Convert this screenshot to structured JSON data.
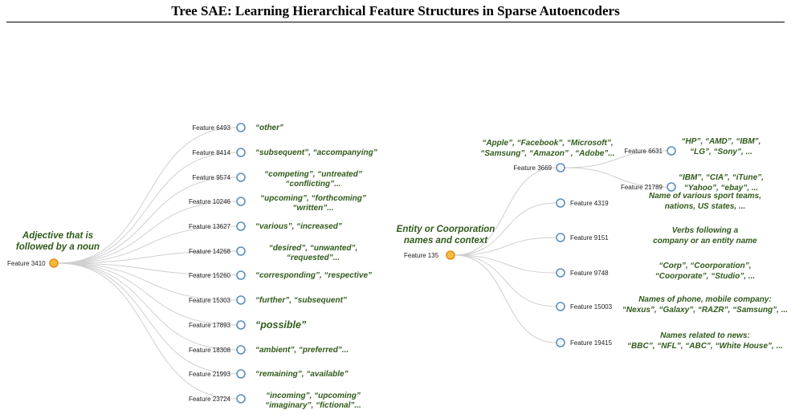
{
  "title": "Tree SAE: Learning Hierarchical Feature Structures in Sparse Autoencoders",
  "colors": {
    "node_stroke": "#5b8fbf",
    "root_fill": "#f6bb3d",
    "root_stroke": "#e38f1e",
    "description": "#2f5a1a",
    "edge": "#cfcfcf"
  },
  "left_tree": {
    "root": {
      "label": "Feature 3410",
      "description": [
        "Adjective that is",
        "followed by a noun"
      ]
    },
    "children": [
      {
        "label": "Feature 6493",
        "description": [
          "“other”"
        ]
      },
      {
        "label": "Feature 8414",
        "description": [
          "“subsequent”, “accompanying”"
        ]
      },
      {
        "label": "Feature 9574",
        "description": [
          "“competing”, “untreated”",
          "“conflicting”..."
        ]
      },
      {
        "label": "Feature 10246",
        "description": [
          "“upcoming”, “forthcoming”",
          "“written”..."
        ]
      },
      {
        "label": "Feature 13627",
        "description": [
          "“various”, “increased”"
        ]
      },
      {
        "label": "Feature 14268",
        "description": [
          "“desired”, “unwanted”,",
          "“requested”..."
        ]
      },
      {
        "label": "Feature 15260",
        "description": [
          "“corresponding”, “respective”"
        ]
      },
      {
        "label": "Feature 15303",
        "description": [
          "“further”, “subsequent”"
        ]
      },
      {
        "label": "Feature 17893",
        "description": [
          "“possible”"
        ]
      },
      {
        "label": "Feature 18308",
        "description": [
          "“ambient”, “preferred”..."
        ]
      },
      {
        "label": "Feature 21993",
        "description": [
          "“remaining”, “available”"
        ]
      },
      {
        "label": "Feature 23724",
        "description": [
          "“incoming”, “upcoming”",
          "“imaginary”, “fictional”..."
        ]
      }
    ]
  },
  "right_tree": {
    "root": {
      "label": "Feature 135",
      "description": [
        "Entity or Coorporation",
        "names and context"
      ]
    },
    "children": [
      {
        "label": "Feature 3669",
        "description": [
          "“Apple”, “Facebook”, “Microsoft”,",
          "“Samsung”, “Amazon” , “Adobe”..."
        ],
        "children": [
          {
            "label": "Feature 6631",
            "description": [
              "“HP”, “AMD”, “IBM”,",
              "“LG”, “Sony”, ..."
            ]
          },
          {
            "label": "Feature 21789",
            "description": [
              "“IBM”, “CIA”, “iTune”,",
              "“Yahoo”, “ebay”, ..."
            ]
          }
        ]
      },
      {
        "label": "Feature 4319",
        "description": [
          "Name of various sport teams,",
          "nations, US states, ..."
        ]
      },
      {
        "label": "Feature 9151",
        "description": [
          "Verbs following a",
          "company or an entity name"
        ]
      },
      {
        "label": "Feature 9748",
        "description": [
          "“Corp”, “Coorporation”,",
          "“Coorporate”, “Studio”, ..."
        ]
      },
      {
        "label": "Feature 15003",
        "description": [
          "Names of phone, mobile company:",
          "“Nexus”, “Galaxy”, “RAZR”, “Samsung”, ..."
        ]
      },
      {
        "label": "Feature 19415",
        "description": [
          "Names related to news:",
          "“BBC”, “NFL”, “ABC”, “White House”, ..."
        ]
      }
    ]
  }
}
